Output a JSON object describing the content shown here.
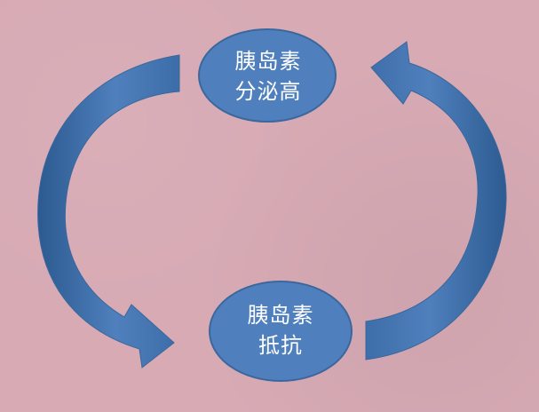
{
  "diagram": {
    "top_node": {
      "line1": "胰岛素",
      "line2": "分泌高"
    },
    "bottom_node": {
      "line1": "胰岛素",
      "line2": "抵抗"
    },
    "colors": {
      "background": "#d7aab4",
      "node_fill": "#4f80bd",
      "node_stroke": "#3b679d",
      "arrow_fill": "#4f80bd",
      "arrow_dark": "#2f5d93",
      "label_text": "#ffffff"
    }
  }
}
